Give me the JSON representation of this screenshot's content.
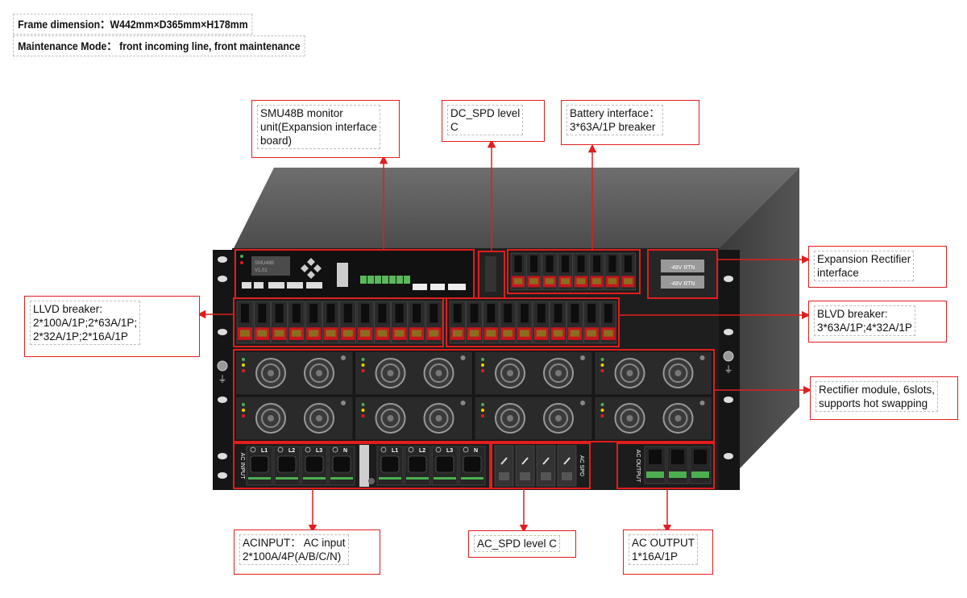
{
  "header": {
    "frame_dimension": "Frame dimension：W442mm×D365mm×H178mm",
    "maintenance_mode": "Maintenance Mode： front incoming line, front maintenance"
  },
  "callouts": {
    "smu": "SMU48B monitor\nunit(Expansion interface\nboard)",
    "dc_spd": "DC_SPD level\nC",
    "battery": "Battery interface：\n3*63A/1P breaker",
    "expansion_rectifier": "Expansion Rectifier\ninterface",
    "llvd": "LLVD breaker:\n2*100A/1P;2*63A/1P;\n2*32A/1P;2*16A/1P",
    "blvd": "BLVD breaker:\n3*63A/1P;4*32A/1P",
    "rectifier": "Rectifier module, 6slots,\nsupports hot swapping",
    "ac_input": "ACINPUT： AC input\n2*100A/4P(A/B/C/N)",
    "ac_spd": "AC_SPD level C",
    "ac_output": "AC OUTPUT\n1*16A/1P"
  },
  "device": {
    "monitor_name": "SMU48B",
    "monitor_version": "V1.01",
    "ac_input_label": "AC INPUT",
    "ac_spd_label": "AC SPD",
    "ac_output_label": "AC OUTPUT",
    "phase_labels": [
      "L1",
      "L2",
      "L3",
      "N",
      "L1",
      "L2",
      "L3",
      "N"
    ],
    "expansion_labels": [
      "-48V RTN",
      "-48V RTN"
    ],
    "ground_symbol": "⏚"
  },
  "colors": {
    "accent": "#e21d1d",
    "chassis_dark": "#1f1f1f",
    "chassis_side": "#4a4a4a",
    "chassis_top": "#5e5e5e",
    "breaker_red": "#c7161c",
    "terminal_green": "#4caf50"
  }
}
